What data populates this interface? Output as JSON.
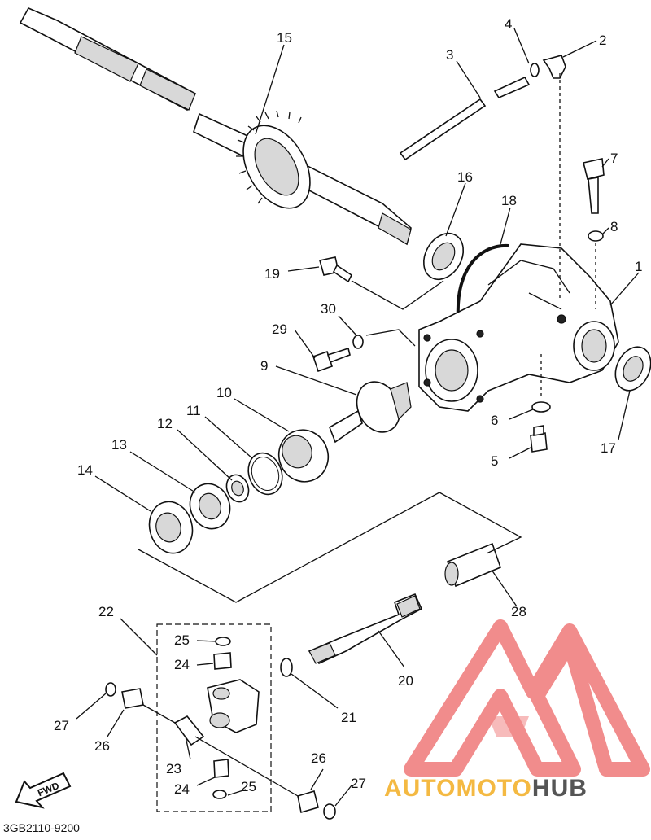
{
  "diagram": {
    "part_callouts": [
      {
        "id": "callout-1",
        "label": "1"
      },
      {
        "id": "callout-2",
        "label": "2"
      },
      {
        "id": "callout-3",
        "label": "3"
      },
      {
        "id": "callout-4",
        "label": "4"
      },
      {
        "id": "callout-5",
        "label": "5"
      },
      {
        "id": "callout-6",
        "label": "6"
      },
      {
        "id": "callout-7",
        "label": "7"
      },
      {
        "id": "callout-8",
        "label": "8"
      },
      {
        "id": "callout-9",
        "label": "9"
      },
      {
        "id": "callout-10",
        "label": "10"
      },
      {
        "id": "callout-11",
        "label": "11"
      },
      {
        "id": "callout-12",
        "label": "12"
      },
      {
        "id": "callout-13",
        "label": "13"
      },
      {
        "id": "callout-14",
        "label": "14"
      },
      {
        "id": "callout-15",
        "label": "15"
      },
      {
        "id": "callout-16",
        "label": "16"
      },
      {
        "id": "callout-17",
        "label": "17"
      },
      {
        "id": "callout-18",
        "label": "18"
      },
      {
        "id": "callout-19",
        "label": "19"
      },
      {
        "id": "callout-20",
        "label": "20"
      },
      {
        "id": "callout-21",
        "label": "21"
      },
      {
        "id": "callout-22",
        "label": "22"
      },
      {
        "id": "callout-23",
        "label": "23"
      },
      {
        "id": "callout-24a",
        "label": "24"
      },
      {
        "id": "callout-24b",
        "label": "24"
      },
      {
        "id": "callout-25a",
        "label": "25"
      },
      {
        "id": "callout-25b",
        "label": "25"
      },
      {
        "id": "callout-26a",
        "label": "26"
      },
      {
        "id": "callout-26b",
        "label": "26"
      },
      {
        "id": "callout-27a",
        "label": "27"
      },
      {
        "id": "callout-27b",
        "label": "27"
      },
      {
        "id": "callout-28",
        "label": "28"
      },
      {
        "id": "callout-29",
        "label": "29"
      },
      {
        "id": "callout-30",
        "label": "30"
      }
    ],
    "fwd_label": "FWD",
    "diagram_code": "3GB2110-9200"
  },
  "watermark": {
    "brand_part1": "AUTOMOTO",
    "brand_part2": "HUB",
    "logo_color": "#f08080",
    "brand_color_1": "#f4b942",
    "brand_color_2": "#555555"
  }
}
